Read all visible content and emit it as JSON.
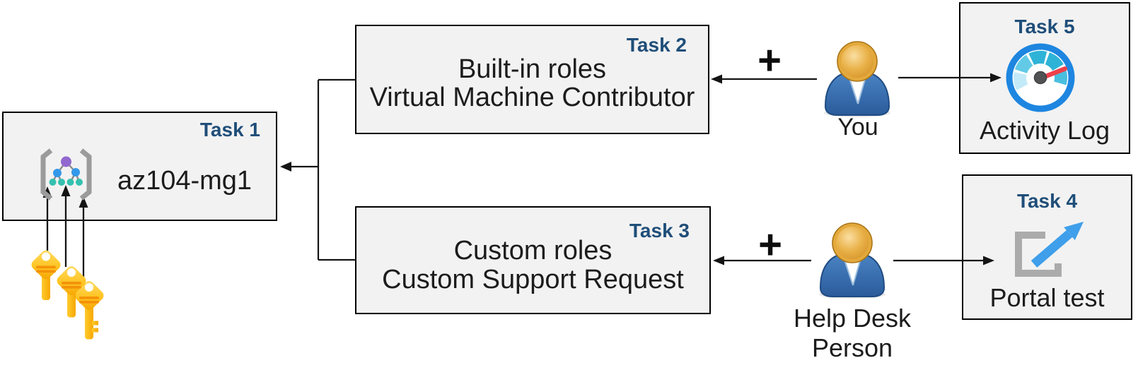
{
  "diagram": {
    "task1": {
      "tag": "Task 1",
      "title": "az104-mg1"
    },
    "task2": {
      "tag": "Task 2",
      "line1": "Built-in roles",
      "line2": "Virtual Machine Contributor"
    },
    "task3": {
      "tag": "Task 3",
      "line1": "Custom roles",
      "line2": "Custom Support Request"
    },
    "task4": {
      "tag": "Task 4",
      "caption": "Portal test"
    },
    "task5": {
      "tag": "Task 5",
      "caption": "Activity Log"
    },
    "actor_you": {
      "label": "You"
    },
    "actor_helpdesk": {
      "label": "Help Desk Person"
    },
    "plus": "+"
  },
  "icons": {
    "task1_icon": "management-group-icon",
    "task4_icon": "external-link-icon",
    "task5_icon": "gauge-icon",
    "actor_icon": "person-icon",
    "keys_icon": "keys-icon"
  },
  "colors": {
    "box_fill": "#F2F2F2",
    "box_border": "#000000",
    "task_tag_blue": "#1F4E79",
    "text_black": "#1A1A1A",
    "key_gold": "#FFB900",
    "person_suit_blue": "#33669F",
    "person_head_gold": "#E3A93C",
    "gauge_ring_blue": "#1E86E0",
    "gauge_segment_teal": "#2EB3D7",
    "gauge_needle_red": "#EE404B",
    "portal_arrow_blue": "#3F9FEA",
    "portal_bracket_gray": "#ABABAB"
  }
}
